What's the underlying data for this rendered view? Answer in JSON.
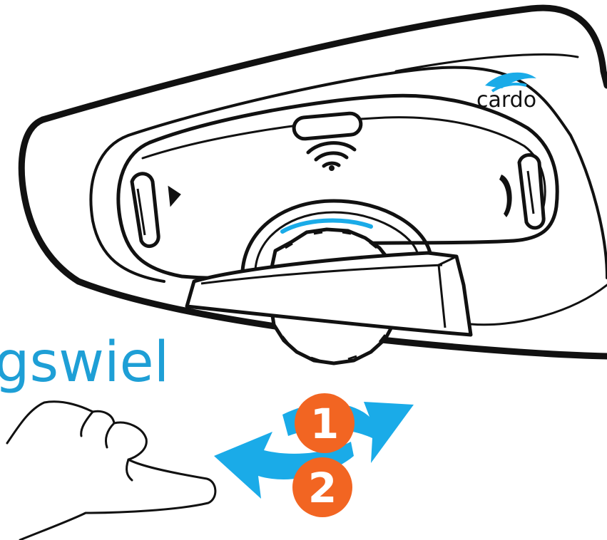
{
  "caption": {
    "text": "gswiel"
  },
  "brand": {
    "name": "cardo"
  },
  "steps": [
    {
      "number": "1",
      "direction": "clockwise"
    },
    {
      "number": "2",
      "direction": "counter-clockwise"
    }
  ],
  "icons": [
    "wifi-icon",
    "play-icon",
    "phone-handset-icon",
    "hand-icon",
    "rotate-arrow-icon"
  ],
  "colors": {
    "caption": "#1e9fd6",
    "step_badge": "#f26522",
    "arrow": "#1aabe8",
    "line": "#111111",
    "dial_light": "#1aabe8"
  }
}
